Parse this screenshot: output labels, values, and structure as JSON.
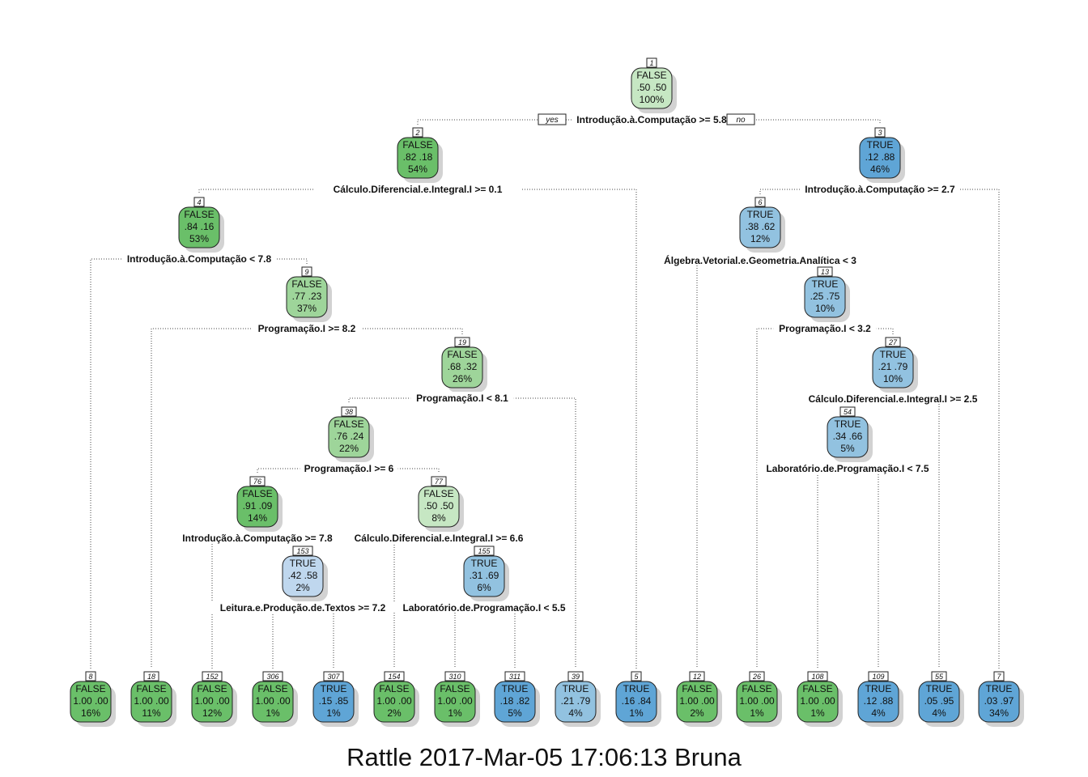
{
  "caption": "Rattle 2017-Mar-05 17:06:13 Bruna",
  "yes_label": "yes",
  "no_label": "no",
  "colors": {
    "false_strong": "#6abf69",
    "false_mid": "#9ed59a",
    "false_light": "#c6e7c3",
    "true_light": "#bfd7ee",
    "true_mid": "#92c2e0",
    "true_strong": "#5fa5d6"
  },
  "nodes": [
    {
      "id": "1",
      "class": "FALSE",
      "probs": ".50  .50",
      "pct": "100%",
      "shade": "false_light",
      "split": "Introdução.à.Computação >= 5.8"
    },
    {
      "id": "2",
      "class": "FALSE",
      "probs": ".82  .18",
      "pct": "54%",
      "shade": "false_strong",
      "split": "Cálculo.Diferencial.e.Integral.I >= 0.1"
    },
    {
      "id": "3",
      "class": "TRUE",
      "probs": ".12  .88",
      "pct": "46%",
      "shade": "true_strong",
      "split": "Introdução.à.Computação >= 2.7"
    },
    {
      "id": "4",
      "class": "FALSE",
      "probs": ".84  .16",
      "pct": "53%",
      "shade": "false_strong",
      "split": "Introdução.à.Computação < 7.8"
    },
    {
      "id": "9",
      "class": "FALSE",
      "probs": ".77  .23",
      "pct": "37%",
      "shade": "false_mid",
      "split": "Programação.I >= 8.2"
    },
    {
      "id": "19",
      "class": "FALSE",
      "probs": ".68  .32",
      "pct": "26%",
      "shade": "false_mid",
      "split": "Programação.I < 8.1"
    },
    {
      "id": "38",
      "class": "FALSE",
      "probs": ".76  .24",
      "pct": "22%",
      "shade": "false_mid",
      "split": "Programação.I >= 6"
    },
    {
      "id": "76",
      "class": "FALSE",
      "probs": ".91  .09",
      "pct": "14%",
      "shade": "false_strong",
      "split": "Introdução.à.Computação >= 7.8"
    },
    {
      "id": "77",
      "class": "FALSE",
      "probs": ".50  .50",
      "pct": "8%",
      "shade": "false_light",
      "split": "Cálculo.Diferencial.e.Integral.I >= 6.6"
    },
    {
      "id": "153",
      "class": "TRUE",
      "probs": ".42  .58",
      "pct": "2%",
      "shade": "true_light",
      "split": "Leitura.e.Produção.de.Textos >= 7.2"
    },
    {
      "id": "155",
      "class": "TRUE",
      "probs": ".31  .69",
      "pct": "6%",
      "shade": "true_mid",
      "split": "Laboratório.de.Programação.I < 5.5"
    },
    {
      "id": "6",
      "class": "TRUE",
      "probs": ".38  .62",
      "pct": "12%",
      "shade": "true_mid",
      "split": "Álgebra.Vetorial.e.Geometria.Analítica < 3"
    },
    {
      "id": "13",
      "class": "TRUE",
      "probs": ".25  .75",
      "pct": "10%",
      "shade": "true_mid",
      "split": "Programação.I < 3.2"
    },
    {
      "id": "27",
      "class": "TRUE",
      "probs": ".21  .79",
      "pct": "10%",
      "shade": "true_mid",
      "split": "Cálculo.Diferencial.e.Integral.I >= 2.5"
    },
    {
      "id": "54",
      "class": "TRUE",
      "probs": ".34  .66",
      "pct": "5%",
      "shade": "true_mid",
      "split": "Laboratório.de.Programação.I < 7.5"
    },
    {
      "id": "8",
      "class": "FALSE",
      "probs": "1.00  .00",
      "pct": "16%",
      "shade": "false_strong",
      "split": ""
    },
    {
      "id": "18",
      "class": "FALSE",
      "probs": "1.00  .00",
      "pct": "11%",
      "shade": "false_strong",
      "split": ""
    },
    {
      "id": "152",
      "class": "FALSE",
      "probs": "1.00  .00",
      "pct": "12%",
      "shade": "false_strong",
      "split": ""
    },
    {
      "id": "306",
      "class": "FALSE",
      "probs": "1.00  .00",
      "pct": "1%",
      "shade": "false_strong",
      "split": ""
    },
    {
      "id": "307",
      "class": "TRUE",
      "probs": ".15  .85",
      "pct": "1%",
      "shade": "true_strong",
      "split": ""
    },
    {
      "id": "154",
      "class": "FALSE",
      "probs": "1.00  .00",
      "pct": "2%",
      "shade": "false_strong",
      "split": ""
    },
    {
      "id": "310",
      "class": "FALSE",
      "probs": "1.00  .00",
      "pct": "1%",
      "shade": "false_strong",
      "split": ""
    },
    {
      "id": "311",
      "class": "TRUE",
      "probs": ".18  .82",
      "pct": "5%",
      "shade": "true_strong",
      "split": ""
    },
    {
      "id": "39",
      "class": "TRUE",
      "probs": ".21  .79",
      "pct": "4%",
      "shade": "true_mid",
      "split": ""
    },
    {
      "id": "5",
      "class": "TRUE",
      "probs": ".16  .84",
      "pct": "1%",
      "shade": "true_strong",
      "split": ""
    },
    {
      "id": "12",
      "class": "FALSE",
      "probs": "1.00  .00",
      "pct": "2%",
      "shade": "false_strong",
      "split": ""
    },
    {
      "id": "26",
      "class": "FALSE",
      "probs": "1.00  .00",
      "pct": "1%",
      "shade": "false_strong",
      "split": ""
    },
    {
      "id": "108",
      "class": "FALSE",
      "probs": "1.00  .00",
      "pct": "1%",
      "shade": "false_strong",
      "split": ""
    },
    {
      "id": "109",
      "class": "TRUE",
      "probs": ".12  .88",
      "pct": "4%",
      "shade": "true_strong",
      "split": ""
    },
    {
      "id": "55",
      "class": "TRUE",
      "probs": ".05  .95",
      "pct": "4%",
      "shade": "true_strong",
      "split": ""
    },
    {
      "id": "7",
      "class": "TRUE",
      "probs": ".03  .97",
      "pct": "34%",
      "shade": "true_strong",
      "split": ""
    }
  ],
  "edges": [
    [
      "1",
      "2"
    ],
    [
      "1",
      "3"
    ],
    [
      "2",
      "4"
    ],
    [
      "2",
      "5"
    ],
    [
      "4",
      "8"
    ],
    [
      "4",
      "9"
    ],
    [
      "9",
      "18"
    ],
    [
      "9",
      "19"
    ],
    [
      "19",
      "38"
    ],
    [
      "19",
      "39"
    ],
    [
      "38",
      "76"
    ],
    [
      "38",
      "77"
    ],
    [
      "76",
      "152"
    ],
    [
      "76",
      "153"
    ],
    [
      "153",
      "306"
    ],
    [
      "153",
      "307"
    ],
    [
      "77",
      "154"
    ],
    [
      "77",
      "155"
    ],
    [
      "155",
      "310"
    ],
    [
      "155",
      "311"
    ],
    [
      "3",
      "6"
    ],
    [
      "3",
      "7"
    ],
    [
      "6",
      "12"
    ],
    [
      "6",
      "13"
    ],
    [
      "13",
      "26"
    ],
    [
      "13",
      "27"
    ],
    [
      "27",
      "54"
    ],
    [
      "27",
      "55"
    ],
    [
      "54",
      "108"
    ],
    [
      "54",
      "109"
    ]
  ]
}
